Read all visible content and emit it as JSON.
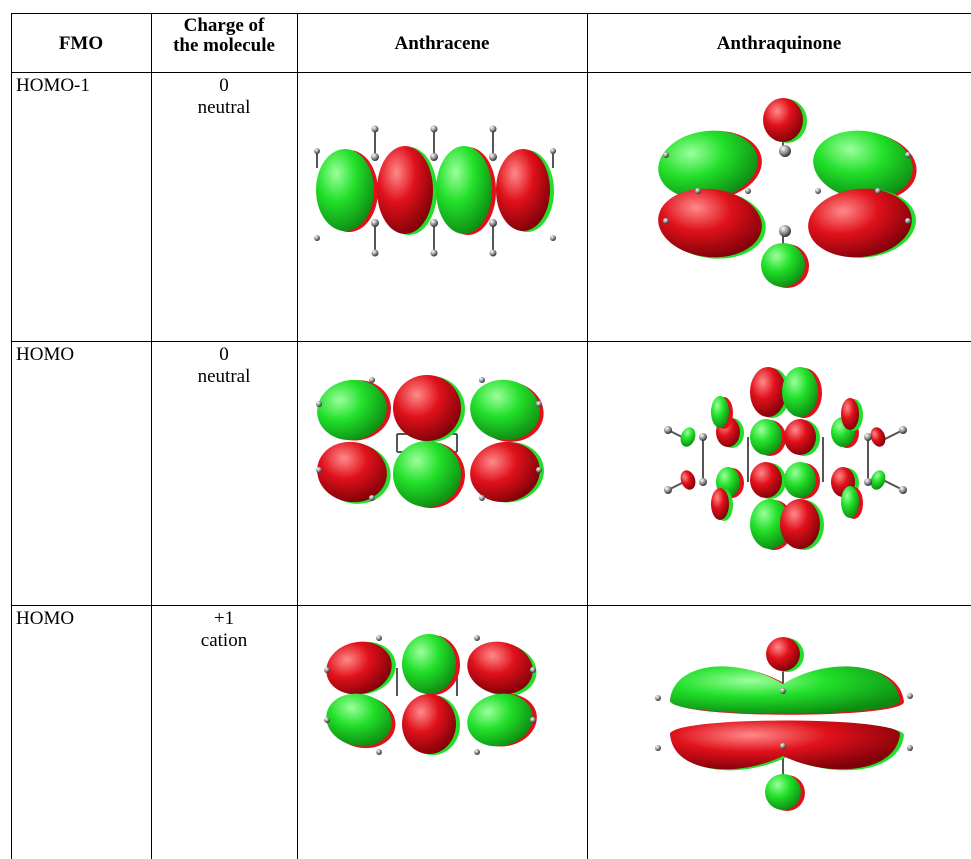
{
  "table": {
    "headers": {
      "fmo": "FMO",
      "charge_line1": "Charge of",
      "charge_line2": "the molecule",
      "anthracene": "Anthracene",
      "anthraquinone": "Anthraquinone"
    },
    "rows": [
      {
        "fmo": "HOMO-1",
        "charge_value": "0",
        "charge_label": "neutral"
      },
      {
        "fmo": "HOMO",
        "charge_value": "0",
        "charge_label": "neutral"
      },
      {
        "fmo": "HOMO",
        "charge_value": "+1",
        "charge_label": "cation"
      }
    ]
  },
  "colors": {
    "lobe_green": "#22e02a",
    "lobe_red": "#e0111b",
    "atom_gray": "#888888",
    "bond_gray": "#555555"
  }
}
